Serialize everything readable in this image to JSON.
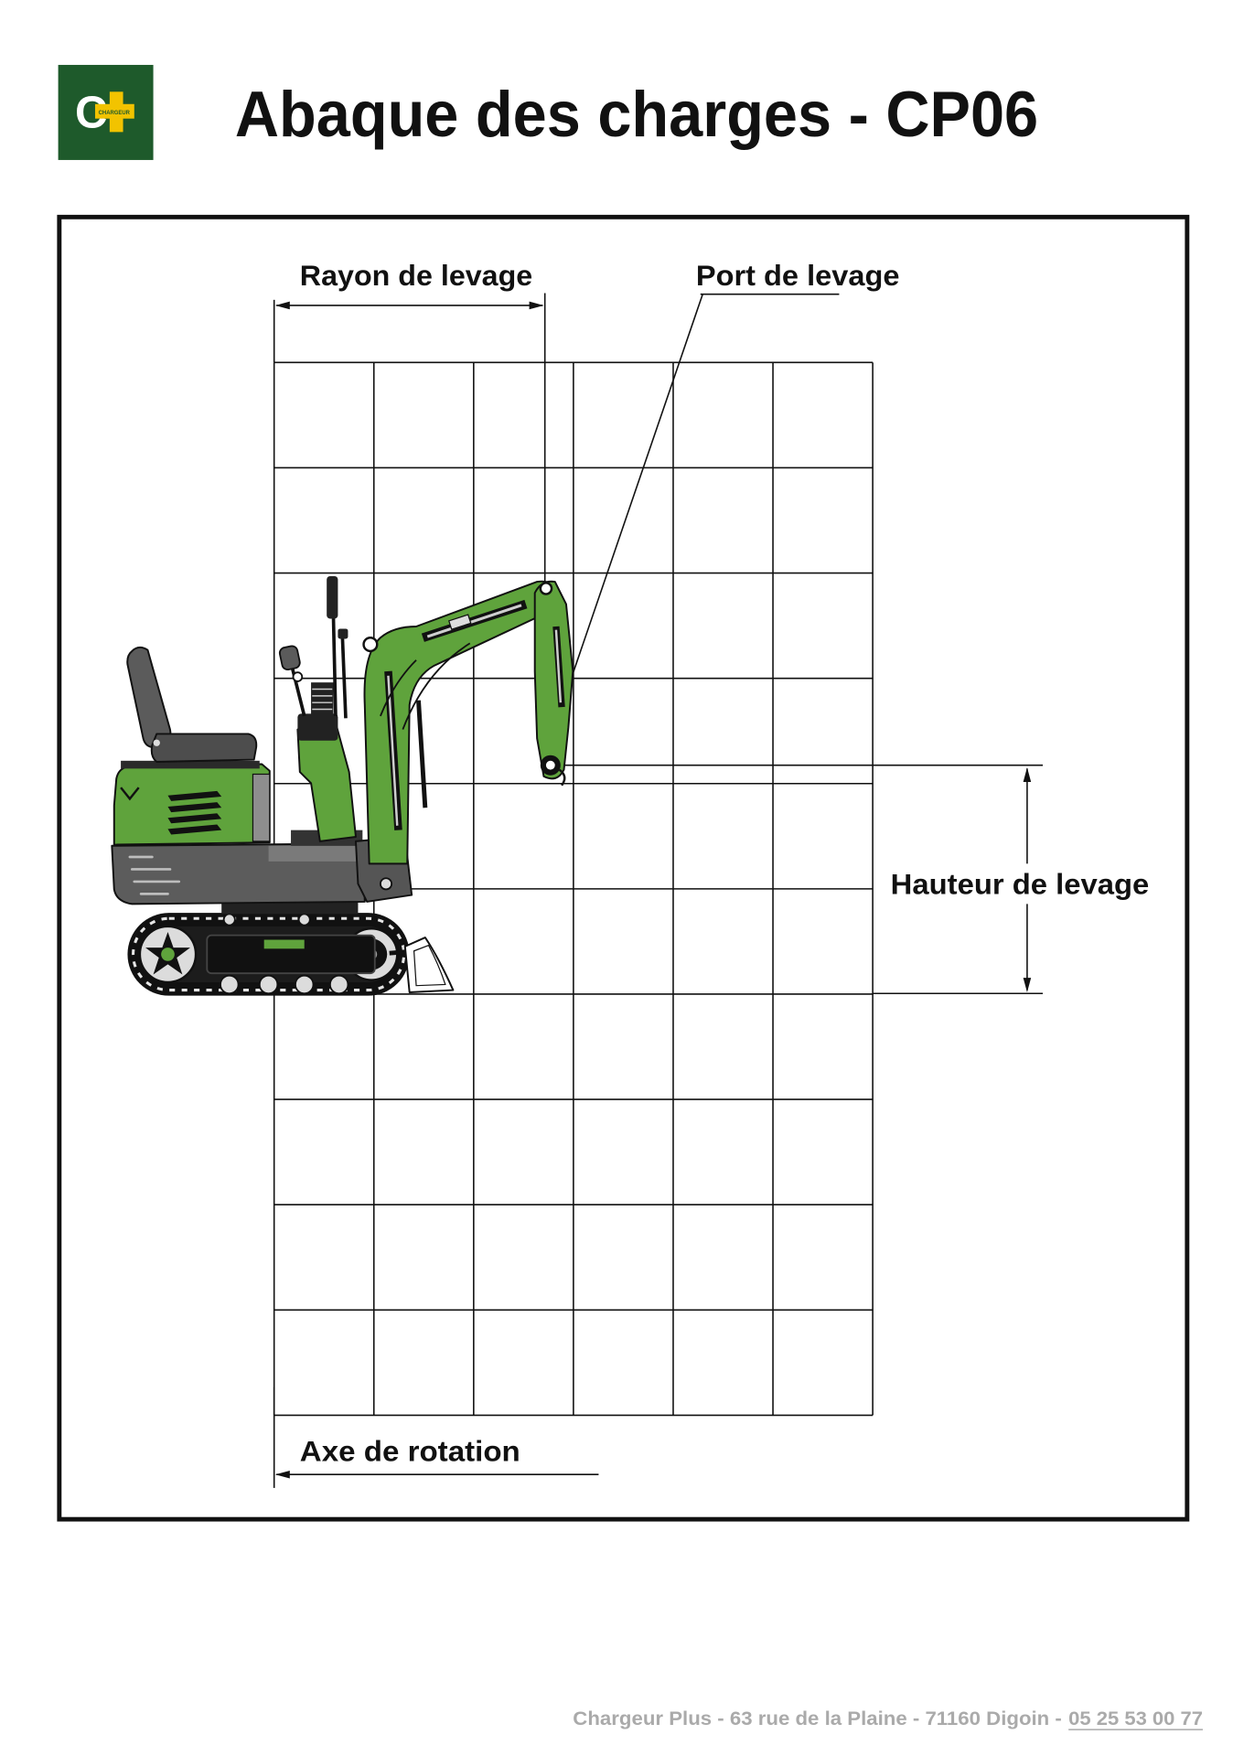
{
  "header": {
    "title": "Abaque des charges - CP06",
    "logo": {
      "letter": "C",
      "text": "CHARGEUR",
      "icon": "plus-icon"
    }
  },
  "labels": {
    "lifting_radius": "Rayon de levage",
    "lifting_point": "Port de levage",
    "lifting_height": "Hauteur de levage",
    "rotation_axis": "Axe de rotation"
  },
  "illustration": {
    "subject": "mini-excavator-icon"
  },
  "footer": {
    "address": "Chargeur Plus - 63 rue de la Plaine - 71160 Digoin -",
    "phone": "05 25 53 00 77"
  },
  "colors": {
    "brand_green": "#1e5a2b",
    "brand_yellow": "#f2c300",
    "machine_green": "#5fa33c",
    "machine_gray": "#5c5c5c",
    "footer_gray": "#aaaaaa"
  }
}
